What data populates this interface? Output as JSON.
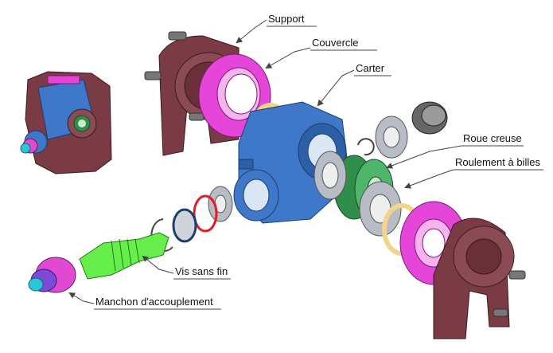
{
  "labels": {
    "support": "Support",
    "couvercle": "Couvercle",
    "carter": "Carter",
    "roue_creuse": "Roue creuse",
    "roulement": "Roulement à billes",
    "vis_sans_fin": "Vis sans fin",
    "manchon": "Manchon d'accouplement"
  },
  "colors": {
    "support_brown": "#7a3b45",
    "cover_magenta": "#e545d8",
    "housing_blue": "#3f78c8",
    "wheel_green": "#2f8f4a",
    "worm_green": "#66ee4a",
    "bearing_grey": "#b8bcc4",
    "ring_yellow": "#f2d48a",
    "ring_red": "#e01b2a",
    "coupling_magenta": "#e04ad2",
    "coupling_cyan": "#27c9d9",
    "coupling_purple": "#7d4ad8"
  }
}
